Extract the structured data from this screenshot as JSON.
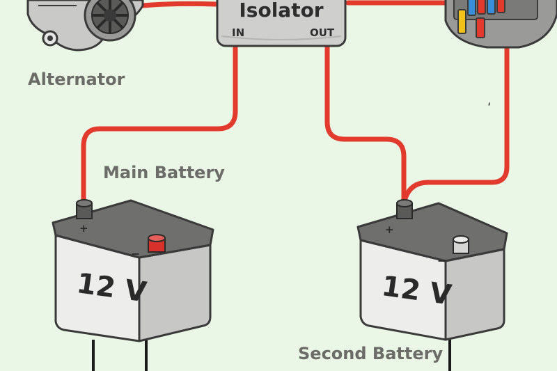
{
  "labels": {
    "alternator": "Alternator",
    "isolator": "Isolator",
    "isolator_in": "IN",
    "isolator_out": "OUT",
    "main_battery": "Main Battery",
    "second_battery": "Second Battery",
    "stray_mark": "ʻ"
  },
  "main_battery": {
    "voltage": "12 V",
    "positive_symbol": "+",
    "negative_symbol": "−"
  },
  "second_battery": {
    "voltage": "12 V",
    "positive_symbol": "+",
    "negative_symbol": "−"
  },
  "icons": {
    "alternator": "alternator-icon",
    "fuse_box": "fuse-box-icon"
  },
  "colors": {
    "background": "#eaf6e6",
    "wire_positive": "#e23b2e",
    "wire_negative": "#1a1a1a",
    "fuse_yellow": "#f2c21b",
    "fuse_blue": "#3a8fd8",
    "fuse_red": "#e23b2e",
    "label_gray": "#6b6b68"
  }
}
